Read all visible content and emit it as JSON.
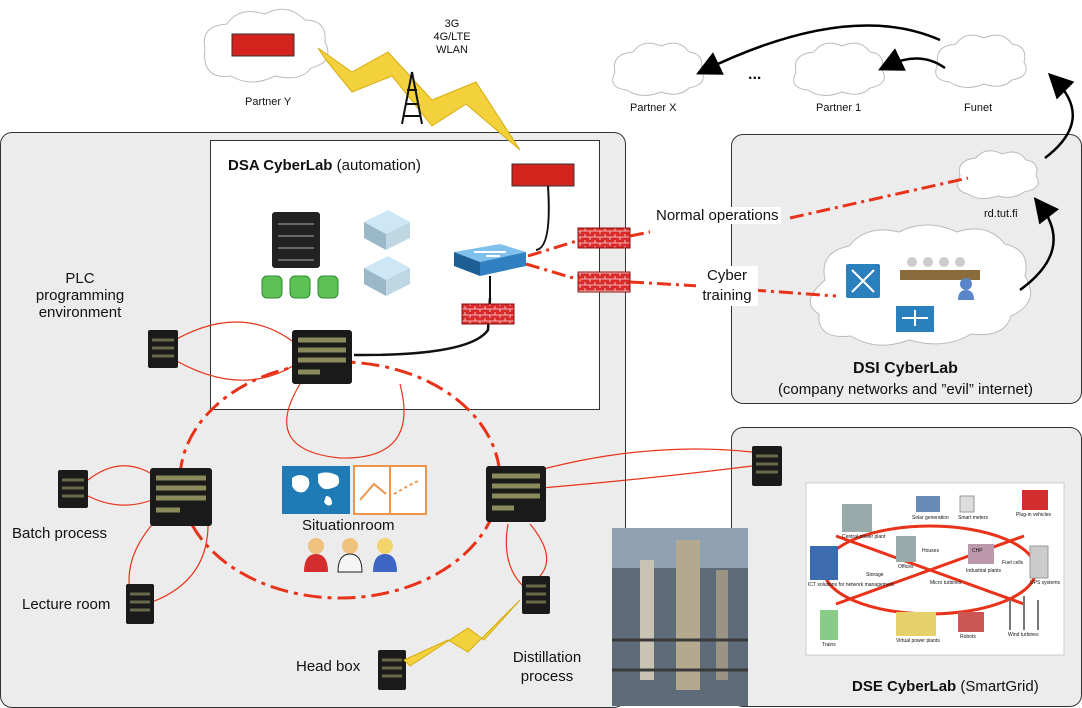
{
  "top": {
    "wireless": [
      "3G",
      "4G/LTE",
      "WLAN"
    ],
    "partner_y": "Partner Y",
    "partner_x": "Partner X",
    "ellipsis": "...",
    "partner_1": "Partner 1",
    "funet": "Funet"
  },
  "dsa": {
    "title_bold": "DSA CyberLab",
    "title_rest": " (automation)"
  },
  "dsi": {
    "title": "DSI CyberLab",
    "subtitle": "(company networks and ”evil” internet)",
    "rd": "rd.tut.fi",
    "normal_ops": "Normal operations",
    "cyber_training": [
      "Cyber",
      "training"
    ]
  },
  "dse": {
    "title_bold": "DSE CyberLab",
    "title_rest": " (SmartGrid)",
    "grid_labels": [
      "Central power plant",
      "Solar generation",
      "Smart meters",
      "Plug-in vehicles",
      "ICT solutions for network management",
      "Storage",
      "Offices",
      "Houses",
      "CHP",
      "Industrial plants",
      "Micro turbines",
      "UPS systems",
      "Trains",
      "Virtual power plants",
      "Robots",
      "Wind turbines",
      "Fuel cells"
    ]
  },
  "nodes": {
    "plc": [
      "PLC",
      "programming",
      "environment"
    ],
    "batch": "Batch process",
    "lecture": "Lecture room",
    "situationroom": "Situationroom",
    "headbox": "Head box",
    "distillation": [
      "Distillation",
      "process"
    ]
  },
  "colors": {
    "red_link": "#e8331a",
    "firewall": "#d92b2b",
    "switch_blue": "#2f7fc1",
    "panel": "#ececec"
  }
}
